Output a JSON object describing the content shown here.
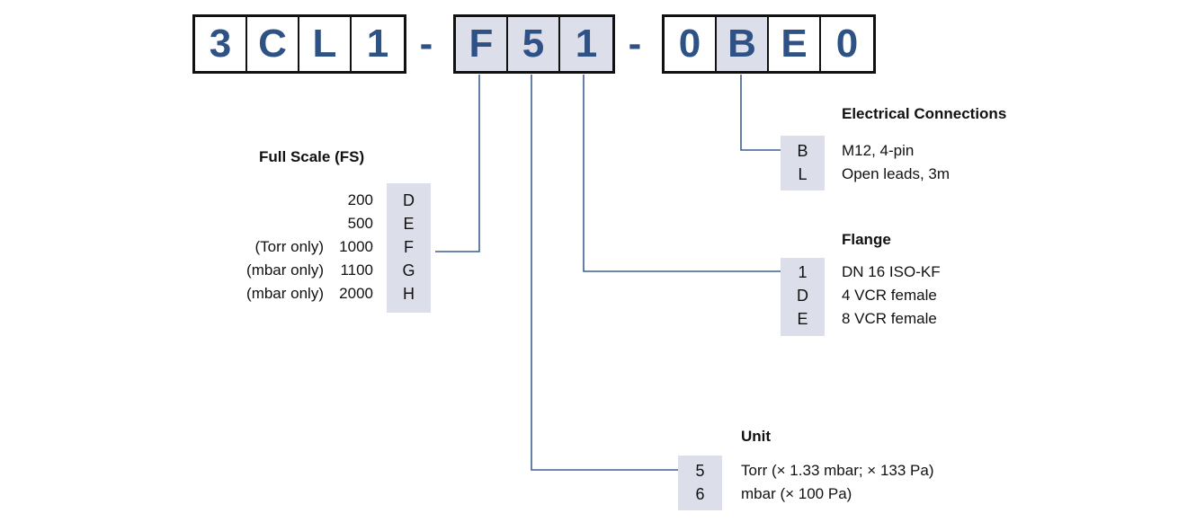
{
  "part_number": {
    "groups": [
      {
        "name": "base-model",
        "cells": [
          {
            "char": "3",
            "highlighted": false
          },
          {
            "char": "C",
            "highlighted": false
          },
          {
            "char": "L",
            "highlighted": false
          },
          {
            "char": "1",
            "highlighted": false
          }
        ]
      },
      {
        "name": "fs-unit-flange",
        "cells": [
          {
            "char": "F",
            "highlighted": true
          },
          {
            "char": "5",
            "highlighted": true
          },
          {
            "char": "1",
            "highlighted": true
          }
        ]
      },
      {
        "name": "options",
        "cells": [
          {
            "char": "0",
            "highlighted": false
          },
          {
            "char": "B",
            "highlighted": true
          },
          {
            "char": "E",
            "highlighted": false
          },
          {
            "char": "0",
            "highlighted": false
          }
        ]
      }
    ],
    "separators": [
      "-",
      "-"
    ],
    "full_string": "3CL1-F51-0BE0"
  },
  "full_scale": {
    "title": "Full Scale (FS)",
    "rows": [
      {
        "note": "",
        "value": "200",
        "code": "D"
      },
      {
        "note": "",
        "value": "500",
        "code": "E"
      },
      {
        "note": "(Torr only)",
        "value": "1000",
        "code": "F"
      },
      {
        "note": "(mbar only)",
        "value": "1100",
        "code": "G"
      },
      {
        "note": "(mbar only)",
        "value": "2000",
        "code": "H"
      }
    ]
  },
  "unit": {
    "title": "Unit",
    "rows": [
      {
        "code": "5",
        "desc": "Torr  (× 1.33 mbar; × 133 Pa)"
      },
      {
        "code": "6",
        "desc": "mbar (× 100 Pa)"
      }
    ]
  },
  "flange": {
    "title": "Flange",
    "rows": [
      {
        "code": "1",
        "desc": "DN 16 ISO-KF"
      },
      {
        "code": "D",
        "desc": "4 VCR female"
      },
      {
        "code": "E",
        "desc": "8 VCR female"
      }
    ]
  },
  "electrical_connections": {
    "title": "Electrical Connections",
    "rows": [
      {
        "code": "B",
        "desc": "M12, 4-pin"
      },
      {
        "code": "L",
        "desc": "Open leads, 3m"
      }
    ]
  },
  "colors": {
    "code_char": "#2e5186",
    "highlight_band": "#dcdeea",
    "connector_line": "#3f5f8f",
    "box_border": "#111111",
    "text": "#111111",
    "background": "#ffffff"
  }
}
